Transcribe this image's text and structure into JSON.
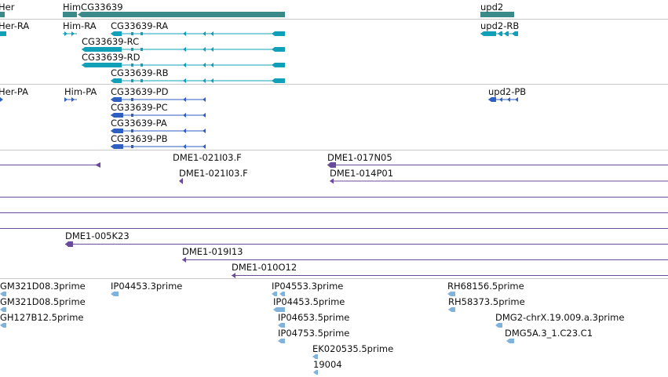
{
  "colors": {
    "gene": "#3a8a8a",
    "mrna": "#12a0b8",
    "protein": "#2f5fc0",
    "clone": "#6a4a9c",
    "est": "#7fb3dc",
    "divider": "#c8c8c8"
  },
  "genes": {
    "her": "Her",
    "him_cg": "HimCG33639",
    "upd2": "upd2"
  },
  "transcripts": {
    "her_ra": "Her-RA",
    "him_ra": "Him-RA",
    "cg_ra": "CG33639-RA",
    "cg_rc": "CG33639-RC",
    "cg_rd": "CG33639-RD",
    "cg_rb": "CG33639-RB",
    "upd2_rb": "upd2-RB"
  },
  "proteins": {
    "her_pa": "Her-PA",
    "him_pa": "Him-PA",
    "cg_pd": "CG33639-PD",
    "cg_pc": "CG33639-PC",
    "cg_pa": "CG33639-PA",
    "cg_pb": "CG33639-PB",
    "upd2_pb": "upd2-PB"
  },
  "clones": {
    "c1": "DME1-021I03.F",
    "c2": "DME1-017N05",
    "c3": "DME1-021I03.F",
    "c4": "DME1-014P01",
    "c5": "DME1-005K23",
    "c6": "DME1-019I13",
    "c7": "DME1-010O12"
  },
  "ests": {
    "e1": "GM321D08.3prime",
    "e2": "IP04453.3prime",
    "e3": "IP04553.3prime",
    "e4": "RH68156.5prime",
    "e5": "GM321D08.5prime",
    "e6": "IP04453.5prime",
    "e7": "RH58373.5prime",
    "e8": "GH127B12.5prime",
    "e9": "IP04653.5prime",
    "e10": "DMG2-chrX.19.009.a.3prime",
    "e11": "IP04753.5prime",
    "e12": "DMG5A.3_1.C23.C1",
    "e13": "EK020535.5prime",
    "e14": "19004"
  }
}
